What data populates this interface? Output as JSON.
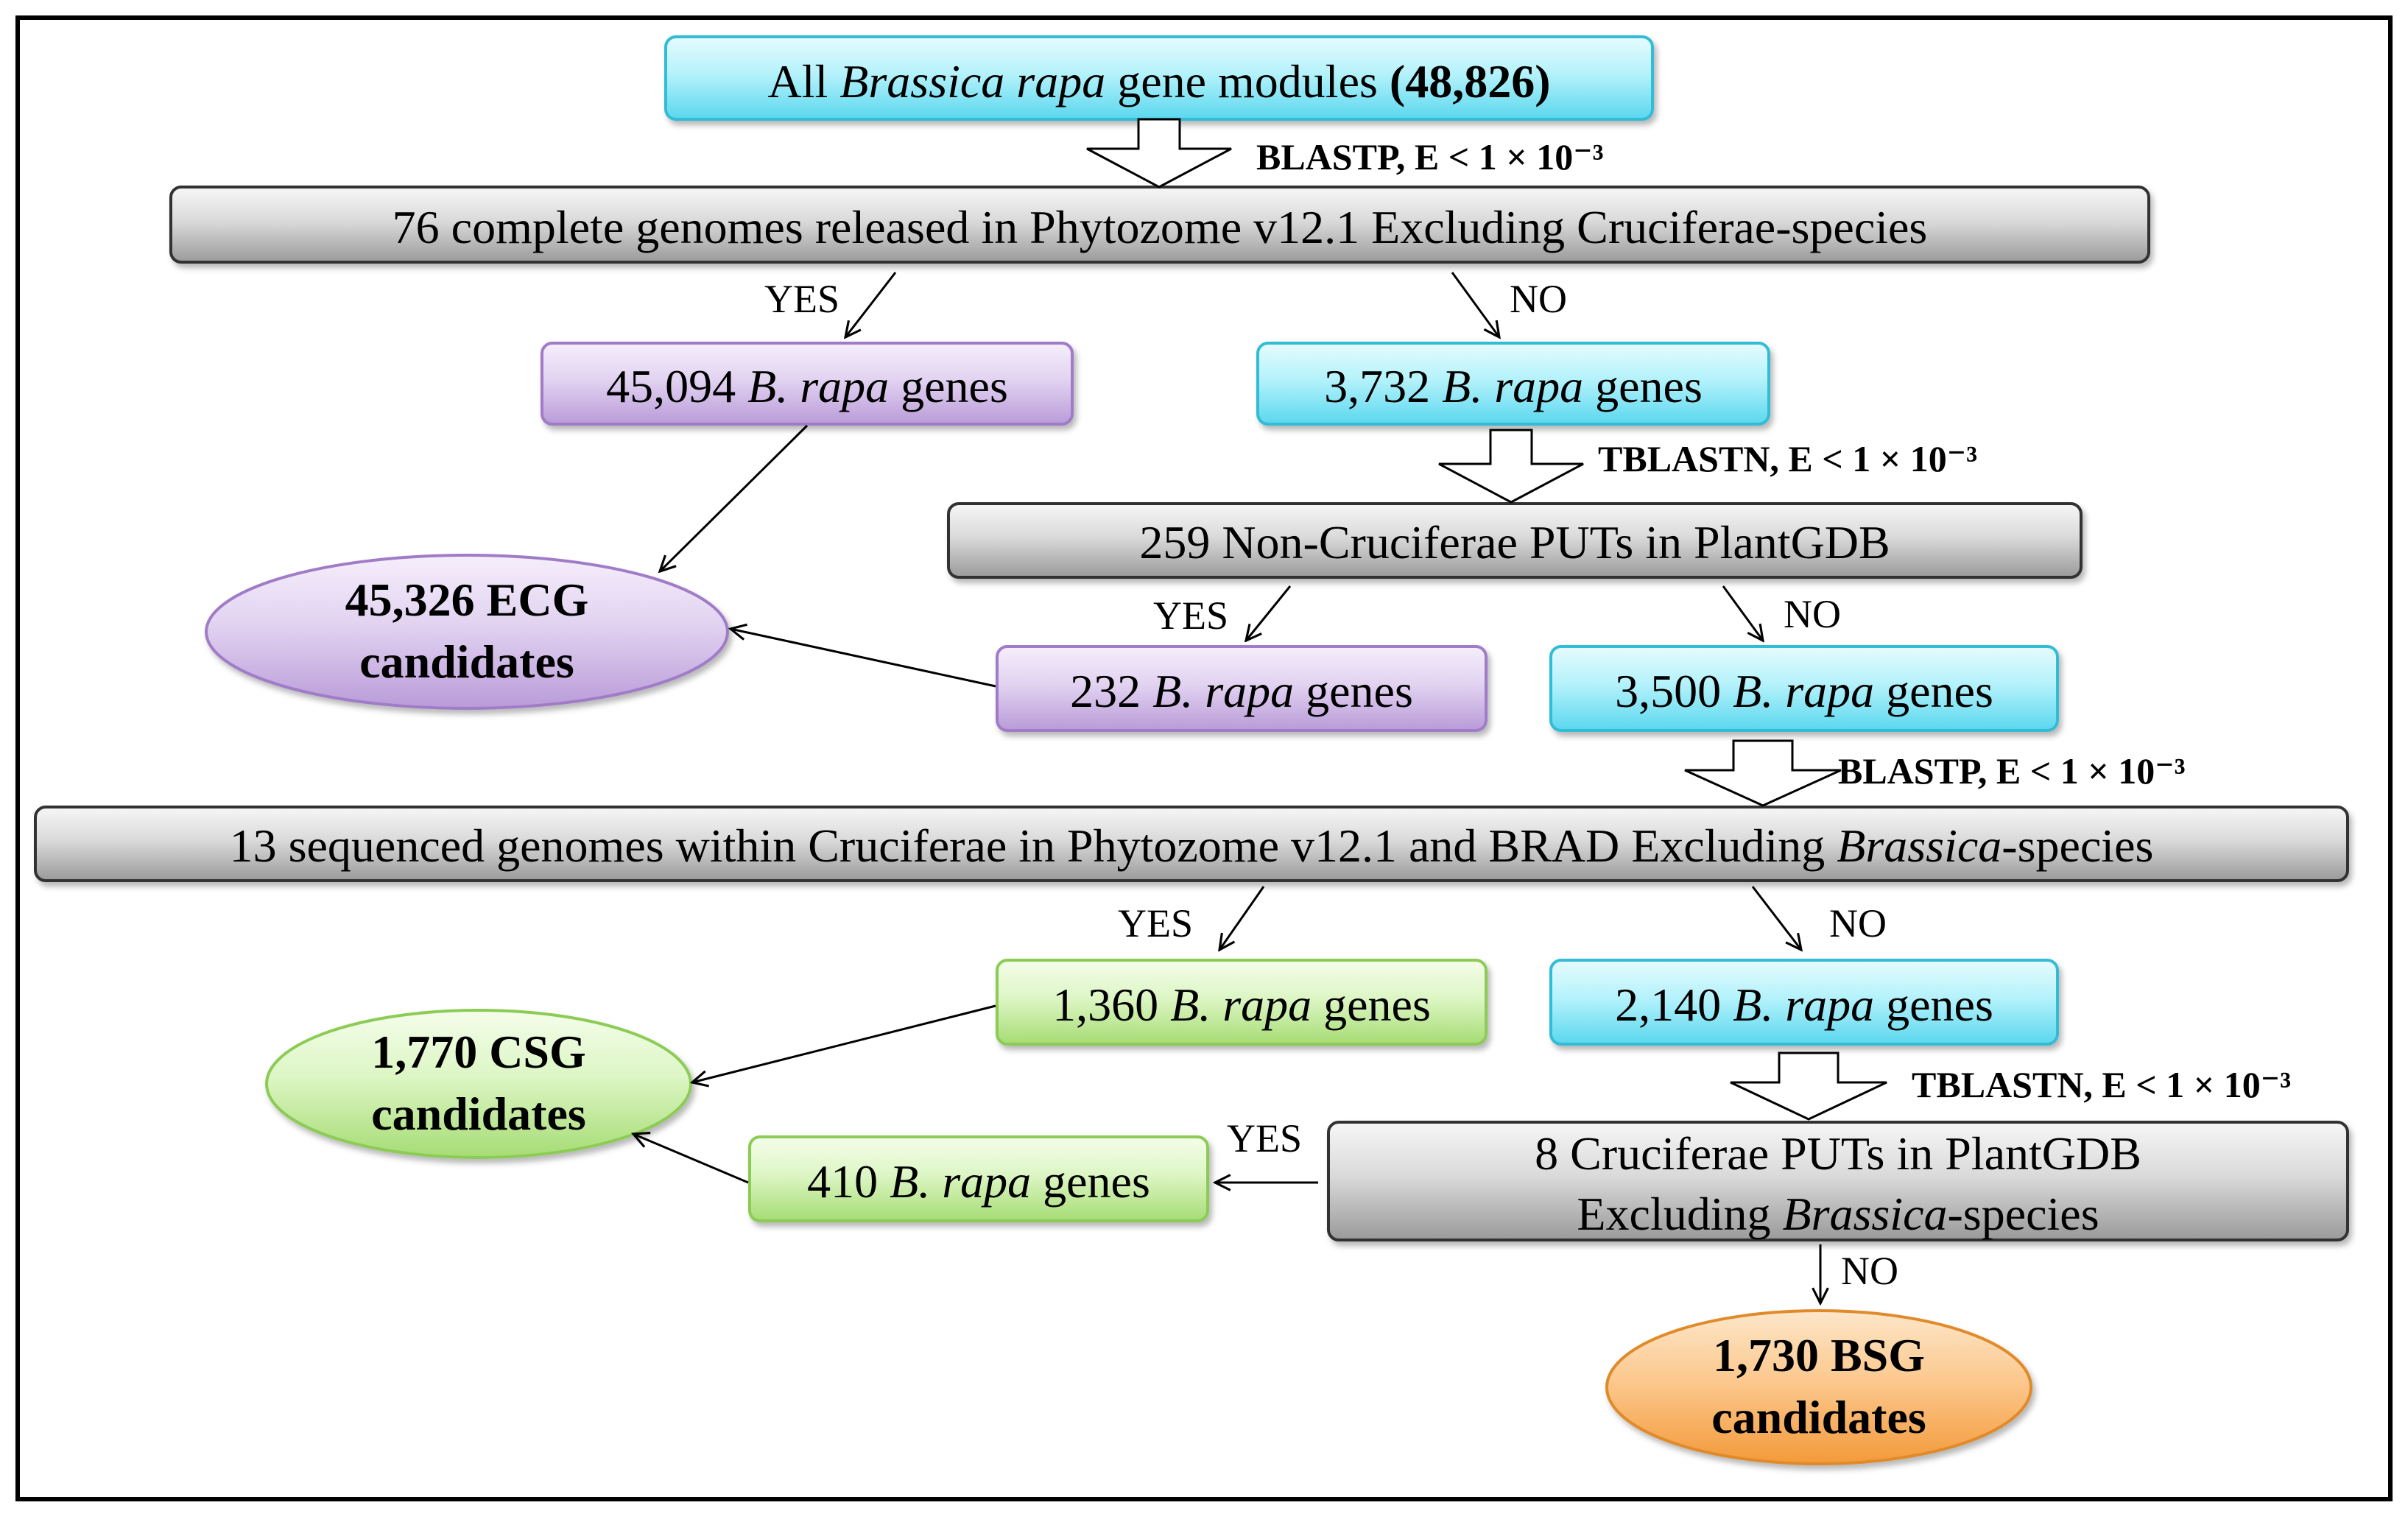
{
  "colors": {
    "cyan": "#a8f0fb",
    "purple": "#e2d2f0",
    "green": "#dcf6c3",
    "orange": "#fbc88f",
    "gray": "#d8d8d8"
  },
  "nodes": {
    "all_modules": {
      "pre": "All ",
      "italic": "Brassica rapa",
      "post": " gene modules ",
      "count": "(48,826)"
    },
    "phytozome_76": {
      "text": "76 complete genomes released in Phytozome v12.1 Excluding Cruciferae-species"
    },
    "genes_45094": {
      "pre": "45,094 ",
      "italic": "B. rapa",
      "post": " genes"
    },
    "genes_3732": {
      "pre": "3,732 ",
      "italic": "B. rapa",
      "post": " genes"
    },
    "plantgdb_259": {
      "text": "259 Non-Cruciferae PUTs in PlantGDB"
    },
    "ecg": {
      "line1": "45,326 ECG",
      "line2": "candidates"
    },
    "genes_232": {
      "pre": "232 ",
      "italic": "B. rapa",
      "post": " genes"
    },
    "genes_3500": {
      "pre": "3,500 ",
      "italic": "B. rapa",
      "post": " genes"
    },
    "cruciferae_13": {
      "pre": "13 sequenced genomes within Cruciferae in Phytozome v12.1 and BRAD Excluding ",
      "italic": "Brassica",
      "post": "-species"
    },
    "genes_1360": {
      "pre": "1,360 ",
      "italic": "B. rapa",
      "post": " genes"
    },
    "genes_2140": {
      "pre": "2,140 ",
      "italic": "B. rapa",
      "post": " genes"
    },
    "csg": {
      "line1": "1,770 CSG",
      "line2": "candidates"
    },
    "genes_410": {
      "pre": "410 ",
      "italic": "B. rapa",
      "post": " genes"
    },
    "plantgdb_8": {
      "line1": "8 Cruciferae PUTs in PlantGDB",
      "line2_pre": "Excluding ",
      "line2_italic": "Brassica",
      "line2_post": "-species"
    },
    "bsg": {
      "line1": "1,730 BSG",
      "line2": "candidates"
    }
  },
  "steps": {
    "blastp_1": "BLASTP, E < 1 × 10⁻³",
    "tblastn_1": "TBLASTN, E < 1 × 10⁻³",
    "blastp_2": "BLASTP, E < 1 × 10⁻³",
    "tblastn_2": "TBLASTN, E < 1 × 10⁻³"
  },
  "edges": {
    "yes_1": "YES",
    "no_1": "NO",
    "yes_2": "YES",
    "no_2": "NO",
    "yes_3": "YES",
    "no_3": "NO",
    "yes_4": "YES",
    "no_4": "NO"
  }
}
